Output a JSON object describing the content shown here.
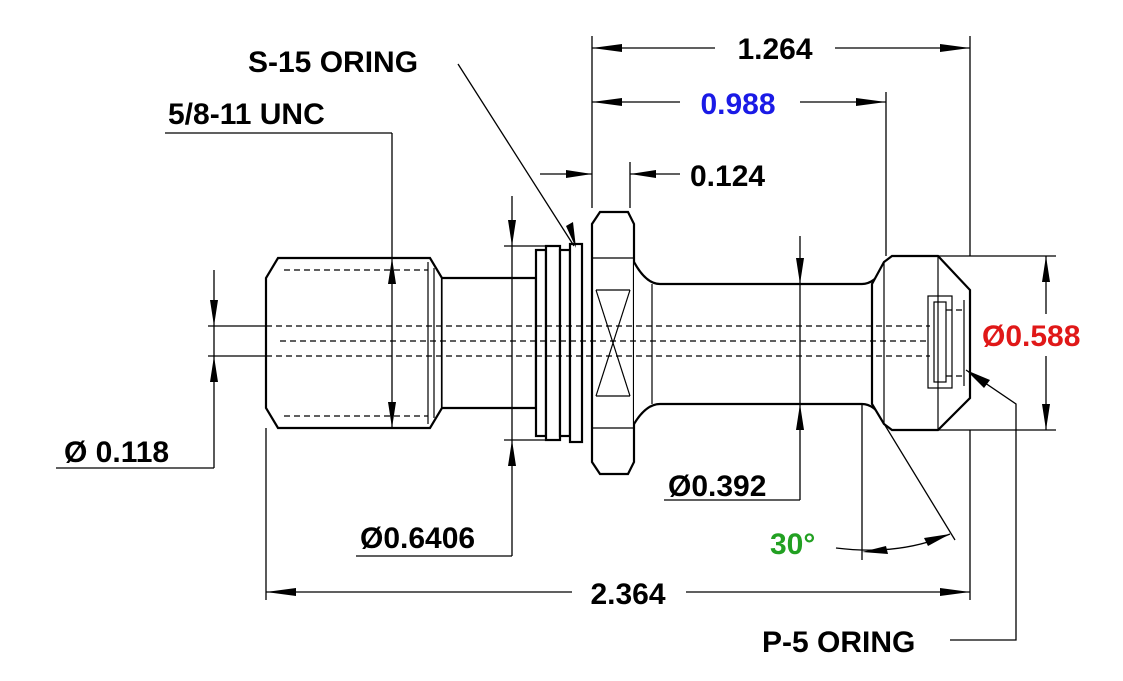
{
  "drawing": {
    "labels": {
      "s15_oring": "S-15 ORING",
      "thread": "5/8-11 UNC",
      "len_total_top": "1.264",
      "len_0988": "0.988",
      "len_0124": "0.124",
      "dia_0588": "Ø0.588",
      "dia_0118": "Ø 0.118",
      "dia_0392": "Ø0.392",
      "dia_06406": "Ø0.6406",
      "angle_30": "30°",
      "len_2364": "2.364",
      "p5_oring": "P-5 ORING"
    },
    "colors": {
      "default": "#000000",
      "blue": "#1a1ae6",
      "red": "#e01818",
      "green": "#22a022"
    }
  }
}
